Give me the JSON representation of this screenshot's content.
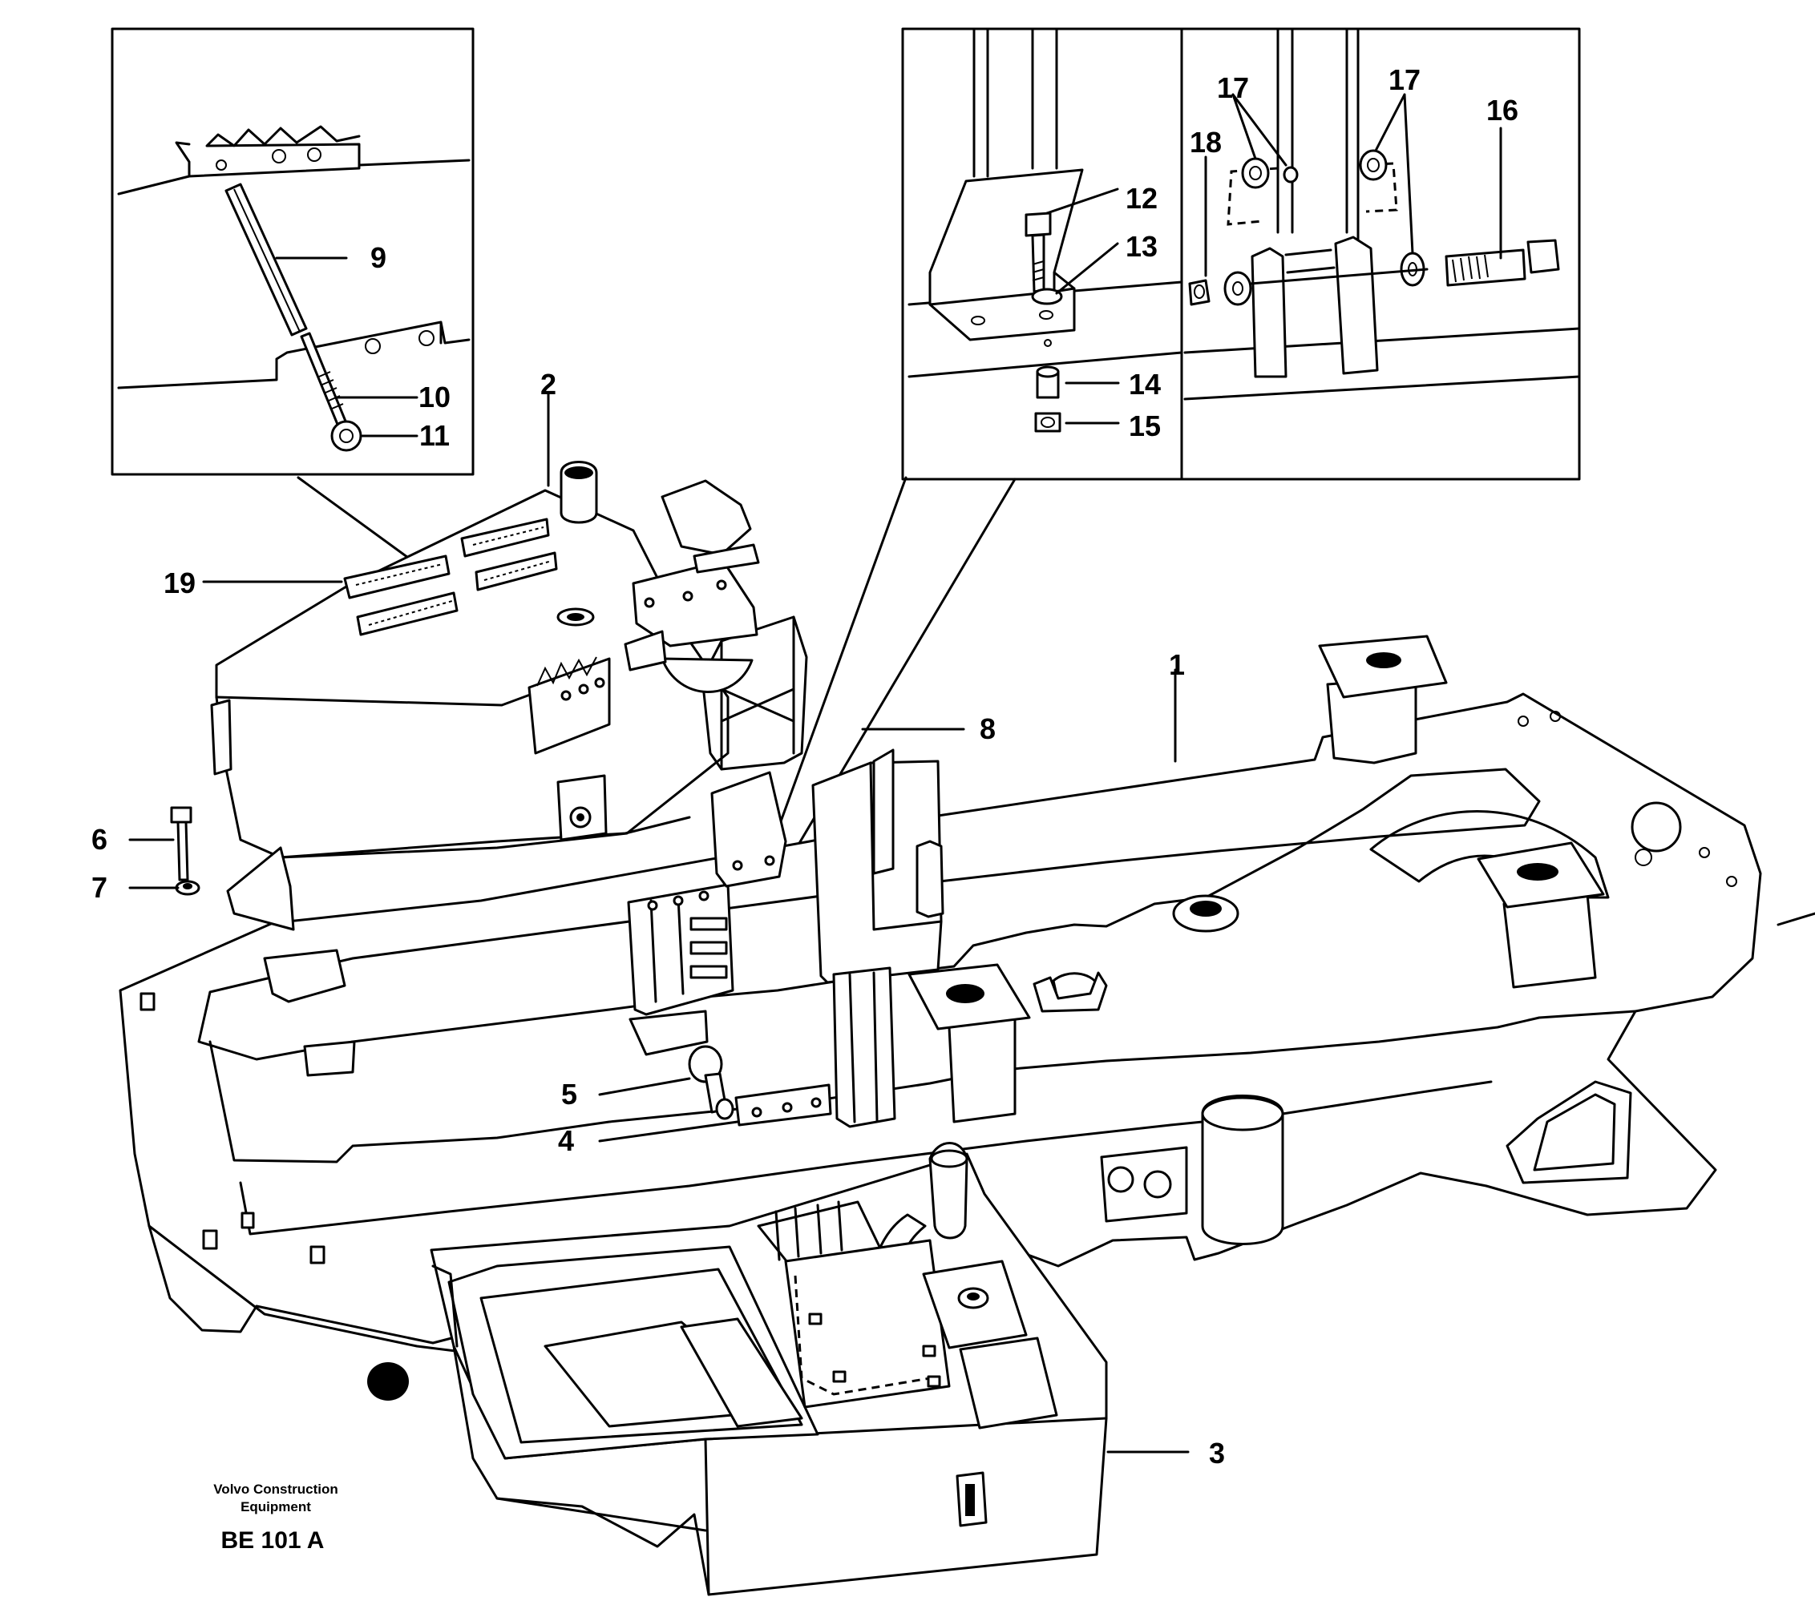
{
  "callouts": {
    "c1": "1",
    "c2": "2",
    "c3": "3",
    "c4": "4",
    "c5": "5",
    "c6": "6",
    "c7": "7",
    "c8": "8",
    "c9": "9",
    "c10": "10",
    "c11": "11",
    "c12": "12",
    "c13": "13",
    "c14": "14",
    "c15": "15",
    "c16": "16",
    "c17a": "17",
    "c17b": "17",
    "c18": "18",
    "c19": "19"
  },
  "footer": {
    "company_line1": "Volvo Construction",
    "company_line2": "Equipment",
    "drawing_code": "BE 101 A"
  }
}
